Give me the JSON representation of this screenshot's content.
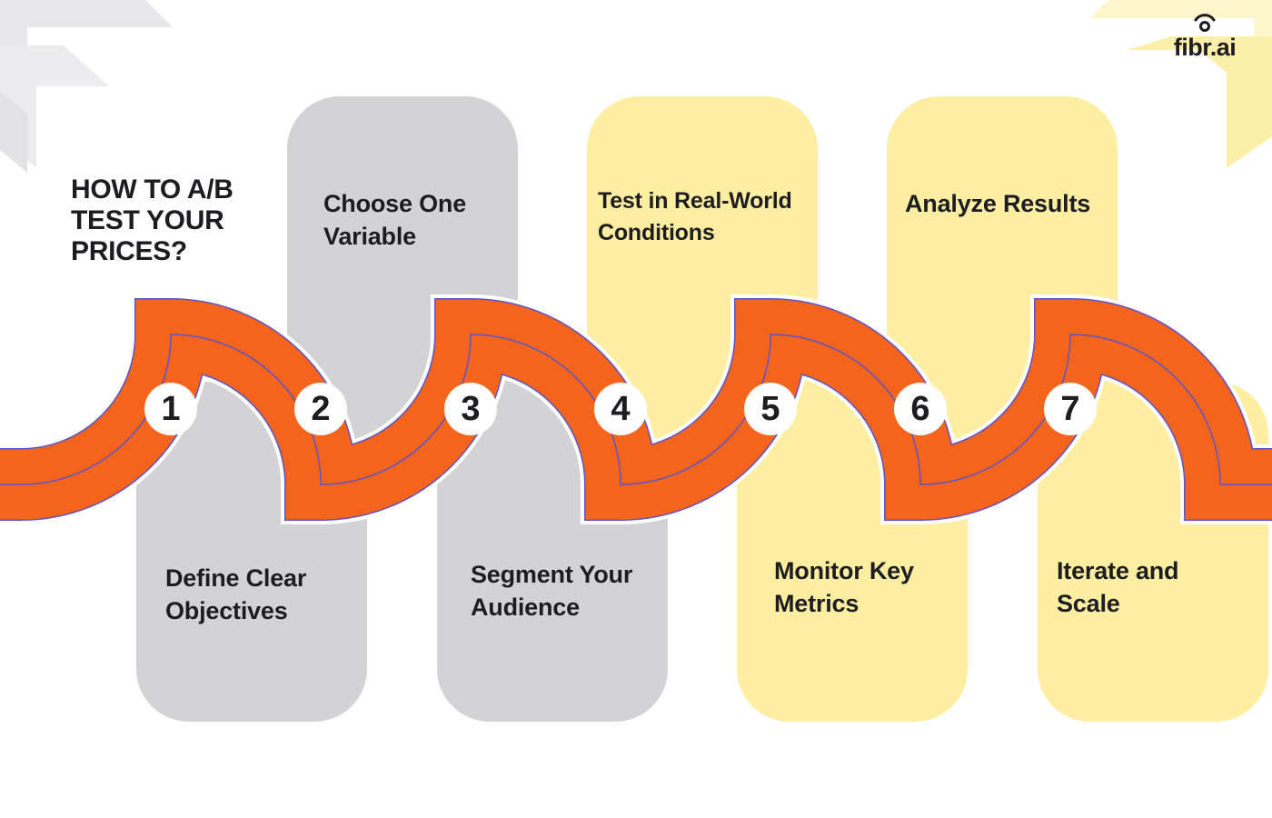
{
  "header": {
    "title": "HOW TO A/B\nTEST YOUR\nPRICES?",
    "logo_text": "fibr.ai"
  },
  "steps": [
    {
      "number": "1",
      "label": "Define Clear Objectives",
      "color": "#d3d3d6"
    },
    {
      "number": "2",
      "label": "Choose One Variable",
      "color": "#d3d3d6"
    },
    {
      "number": "3",
      "label": "Segment Your Audience",
      "color": "#d3d3d6"
    },
    {
      "number": "4",
      "label": "Test in Real-World Conditions",
      "color": "#fdeea1"
    },
    {
      "number": "5",
      "label": "Monitor Key Metrics",
      "color": "#fdeea1"
    },
    {
      "number": "6",
      "label": "Analyze Results",
      "color": "#fdeea1"
    },
    {
      "number": "7",
      "label": "Iterate and Scale",
      "color": "#fdeea1"
    }
  ],
  "colors": {
    "road": "#f4641d",
    "road_line": "#5a55c8",
    "gray_card": "#d3d3d6",
    "yellow_card": "#fdeea1",
    "text": "#1d1d21"
  },
  "icons": {
    "logo": "wifi-signal-icon",
    "corner_left": "chevron-pattern-icon",
    "corner_right": "chevron-pattern-icon"
  }
}
